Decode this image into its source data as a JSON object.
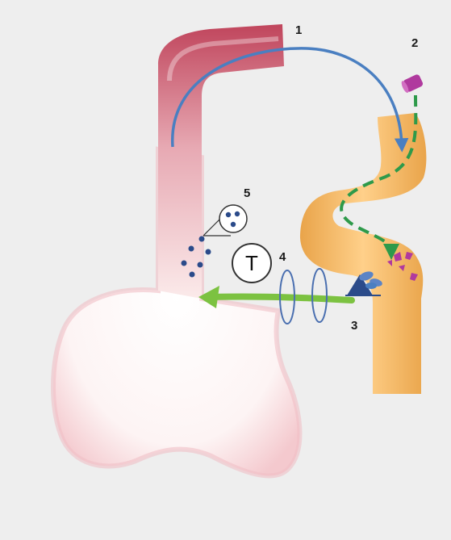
{
  "labels": {
    "step1": "1",
    "step2": "2",
    "step3": "3",
    "step4": "4",
    "step5": "5",
    "t_circle": "T"
  },
  "colors": {
    "background": "#eeeeee",
    "body_fill": "#fdf3f3",
    "body_edge": "#f2c2c8",
    "mouth_tube": "#c85a6e",
    "intestine": "#f2b75c",
    "intestine_shadow": "#d99a3e",
    "blue_arrow": "#4a7fc1",
    "green_dash": "#2e9a4a",
    "green_arrow": "#7cc241",
    "magenta": "#b03a9e",
    "navy": "#2b4b8a",
    "particles": "#2b4b8a"
  },
  "icons": {
    "capsule": "capsule-icon",
    "receptor": "triangle-receptor-icon",
    "particles": "dot-particles-icon",
    "magnifier": "magnified-particles-icon"
  }
}
